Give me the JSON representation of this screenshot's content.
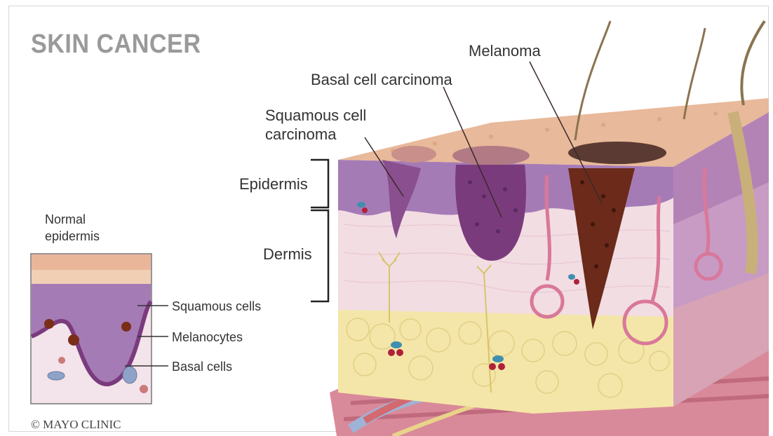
{
  "title": "SKIN CANCER",
  "labels": {
    "melanoma": "Melanoma",
    "basal_cell_carcinoma": "Basal cell carcinoma",
    "squamous_line1": "Squamous cell",
    "squamous_line2": "carcinoma",
    "epidermis": "Epidermis",
    "dermis": "Dermis",
    "normal_line1": "Normal",
    "normal_line2": "epidermis",
    "squamous_cells": "Squamous cells",
    "melanocytes": "Melanocytes",
    "basal_cells": "Basal cells"
  },
  "copyright": "© MAYO CLINIC",
  "colors": {
    "title_gray": "#9a9a9a",
    "skin_surface": "#e8b99a",
    "epidermis_purple": "#a57bb6",
    "dermis_pink": "#f2dde3",
    "fat_yellow": "#f4e6a8",
    "melanoma_brown": "#6b2a1a",
    "carcinoma_purple": "#7a3b7d"
  }
}
